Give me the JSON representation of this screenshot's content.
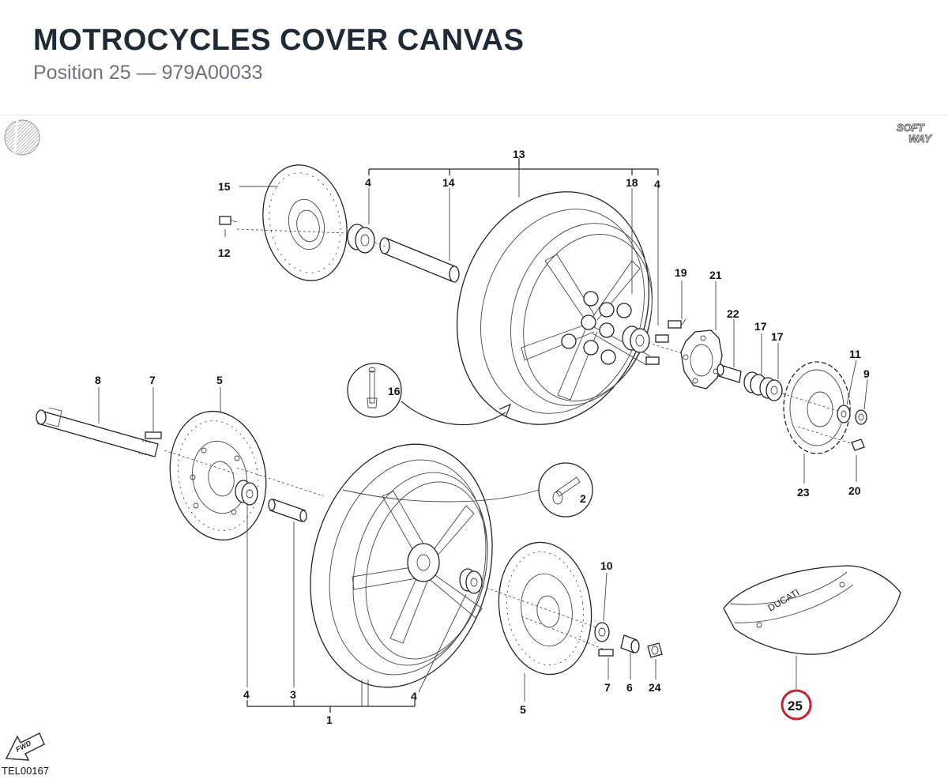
{
  "header": {
    "title": "MOTROCYCLES COVER CANVAS",
    "subtitle": "Position 25 — 979A00033"
  },
  "diagram": {
    "brand_logo": {
      "line1": "SOFT",
      "line2": "WAY"
    },
    "fwd_label": "FWD",
    "cover_text": "DUCATI",
    "highlight_color": "#cc1f2e",
    "ref_code": "TEL00167",
    "labels": {
      "n1": "1",
      "n2": "2",
      "n3": "3",
      "n4a": "4",
      "n4b": "4",
      "n4c": "4",
      "n4d": "4",
      "n5a": "5",
      "n5b": "5",
      "n6": "6",
      "n7a": "7",
      "n7b": "7",
      "n8": "8",
      "n9": "9",
      "n10": "10",
      "n11": "11",
      "n12": "12",
      "n13": "13",
      "n14": "14",
      "n15": "15",
      "n16": "16",
      "n17a": "17",
      "n17b": "17",
      "n18": "18",
      "n19": "19",
      "n20": "20",
      "n21": "21",
      "n22": "22",
      "n23": "23",
      "n24": "24",
      "n25": "25"
    }
  }
}
